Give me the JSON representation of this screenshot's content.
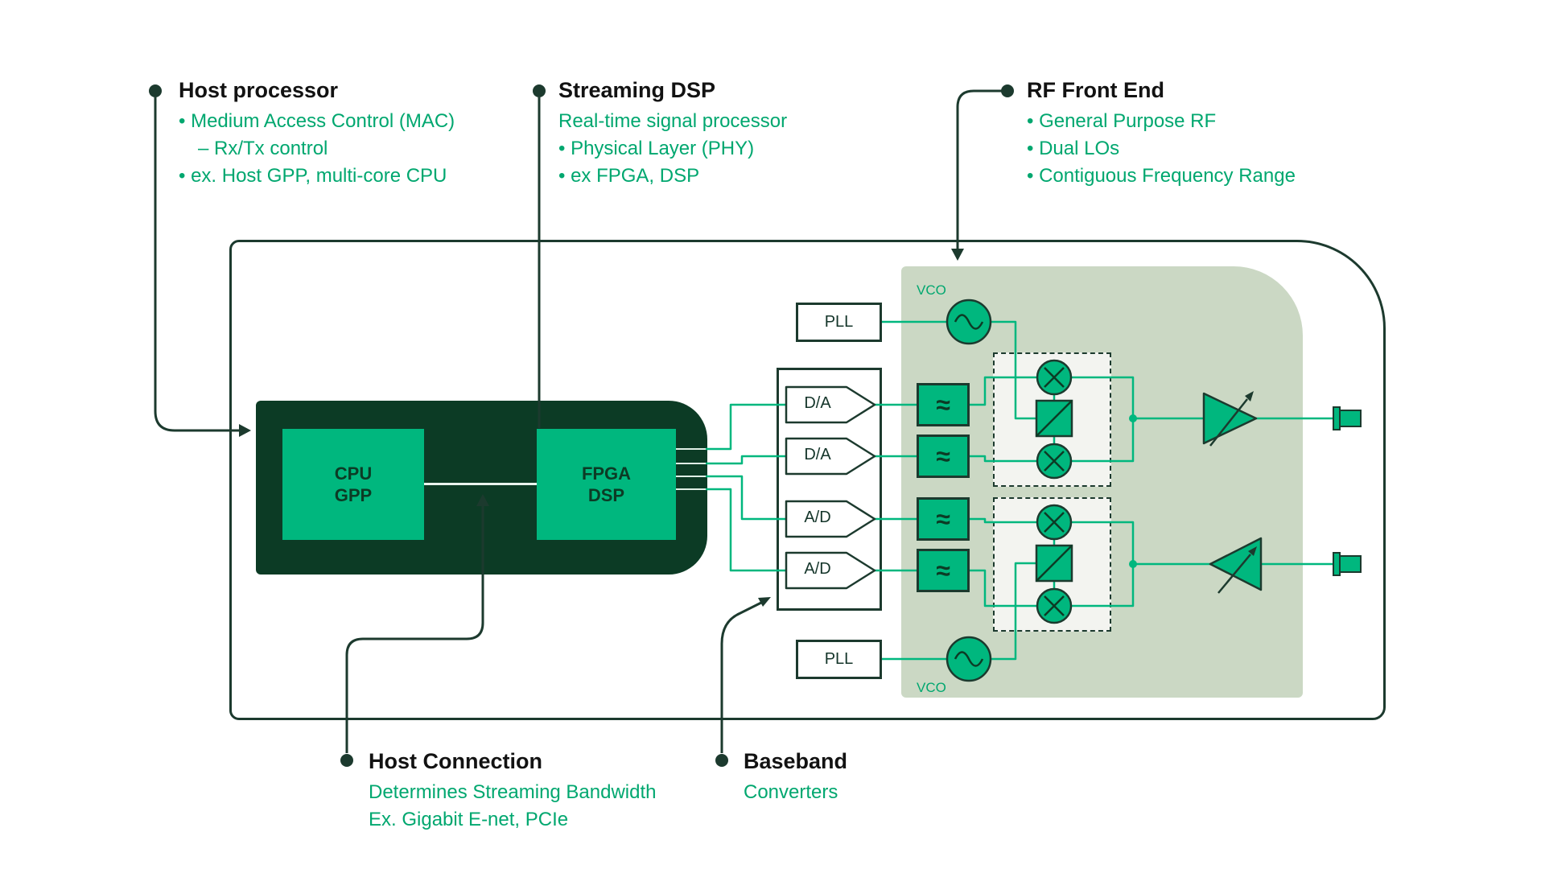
{
  "colors": {
    "accent_text_green": "#00A76F",
    "block_fill_green": "#00B77E",
    "dark_green_block": "#0C3B25",
    "diagram_stroke": "#1C3A2E",
    "rf_panel_sage": "#CBD8C4",
    "heading_black": "#121212"
  },
  "callouts": {
    "host_processor": {
      "title": "Host processor",
      "lines": [
        "• Medium Access Control (MAC)",
        "– Rx/Tx control",
        "• ex. Host GPP, multi-core CPU"
      ]
    },
    "streaming_dsp": {
      "title": "Streaming DSP",
      "lines": [
        "Real-time signal processor",
        "• Physical Layer (PHY)",
        "• ex FPGA, DSP"
      ]
    },
    "rf_front_end": {
      "title": "RF Front End",
      "lines": [
        "• General Purpose RF",
        "• Dual LOs",
        "• Contiguous Frequency Range"
      ]
    },
    "host_connection": {
      "title": "Host Connection",
      "lines": [
        "Determines Streaming Bandwidth",
        "Ex. Gigabit E-net, PCIe"
      ]
    },
    "baseband": {
      "title": "Baseband",
      "lines": [
        "Converters"
      ]
    }
  },
  "blocks": {
    "cpu": "CPU\nGPP",
    "fpga": "FPGA\nDSP",
    "pll_top": "PLL",
    "pll_bottom": "PLL",
    "vco_top": "VCO",
    "vco_bottom": "VCO",
    "converters": [
      "D/A",
      "D/A",
      "A/D",
      "A/D"
    ],
    "filter_icon": "≈"
  }
}
